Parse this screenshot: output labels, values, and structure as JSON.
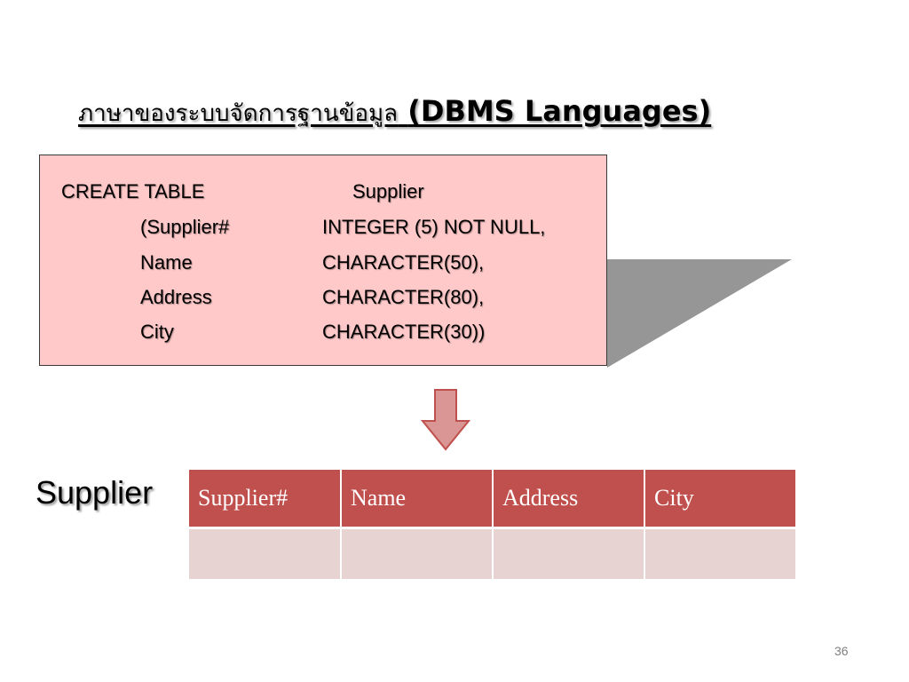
{
  "slide": {
    "title_thai": "ภาษาของระบบจัดการฐานข้อมูล",
    "title_english": "(DBMS Languages)",
    "page_number": "36"
  },
  "sql": {
    "line1_keyword": "CREATE TABLE",
    "line1_value": "Supplier",
    "columns": [
      {
        "name": "(Supplier#",
        "type": "INTEGER (5) NOT NULL,"
      },
      {
        "name": "Name",
        "type": "CHARACTER(50),"
      },
      {
        "name": "Address",
        "type": "CHARACTER(80),"
      },
      {
        "name": "City",
        "type": "CHARACTER(30))"
      }
    ]
  },
  "result": {
    "table_label": "Supplier",
    "headers": [
      "Supplier#",
      "Name",
      "Address",
      "City"
    ],
    "rows": [
      [
        "",
        "",
        "",
        ""
      ]
    ]
  },
  "colors": {
    "sql_box_bg": "#ffc9c9",
    "header_bg": "#c0504d",
    "cell_bg": "#e8d3d3",
    "arrow_fill": "#d99694",
    "arrow_stroke": "#c0504d",
    "callout_fill": "#969696"
  }
}
